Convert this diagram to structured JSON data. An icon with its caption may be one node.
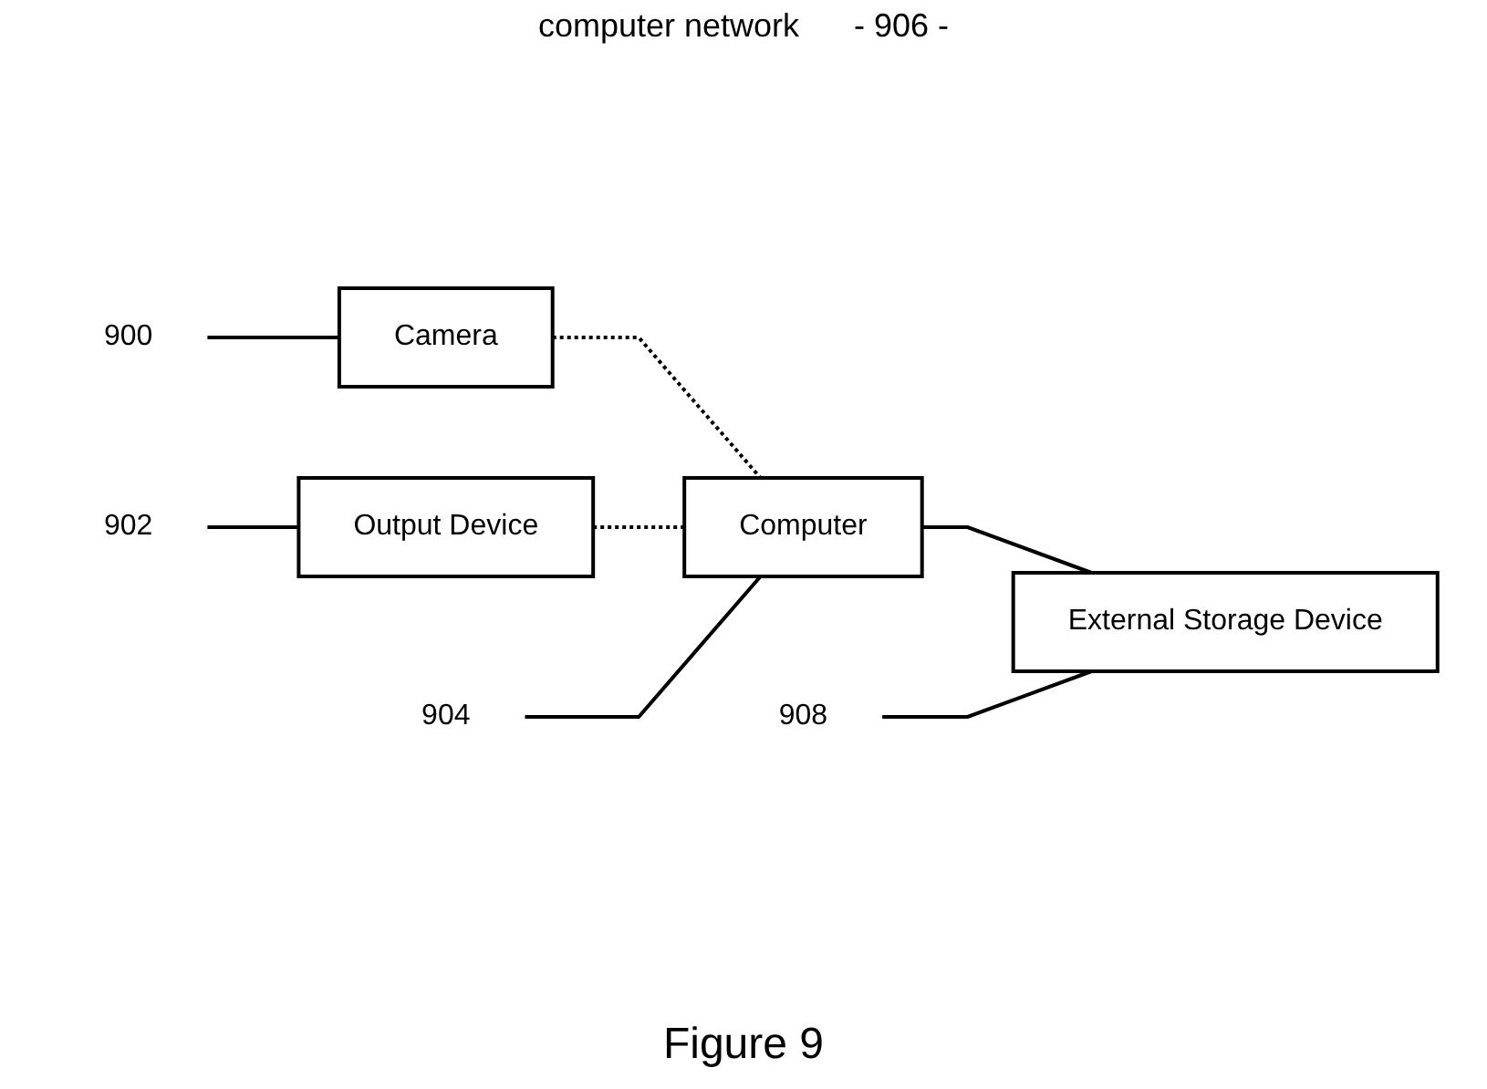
{
  "diagram": {
    "caption": "Figure 9",
    "nodes": [
      {
        "text": [
          "Camera"
        ]
      },
      {
        "text": [
          "Computer"
        ]
      },
      {
        "text": [
          "900"
        ]
      },
      {
        "text": [
          "904"
        ]
      },
      {
        "text": [
          "Output Device"
        ]
      },
      {
        "text": [
          "External Storage Device"
        ]
      },
      {
        "text": [
          "908"
        ]
      },
      {
        "text": [
          "902"
        ]
      }
    ],
    "edges": [
      {
        "from": 0,
        "to": 1,
        "arrow": "none",
        "style": "dashed"
      },
      {
        "from": 4,
        "to": 1,
        "arrow": "none",
        "style": "dashed"
      },
      {
        "from": 1,
        "to": 5,
        "arrow": "none"
      },
      {
        "from": 2,
        "to": 0,
        "arrow": "none"
      },
      {
        "from": 3,
        "to": 1,
        "arrow": "none"
      },
      {
        "from": 6,
        "to": 5,
        "arrow": "none"
      },
      {
        "from": 7,
        "to": 4,
        "arrow": "none"
      }
    ],
    "labels": [
      "computer network",
      "- 906 -"
    ]
  }
}
